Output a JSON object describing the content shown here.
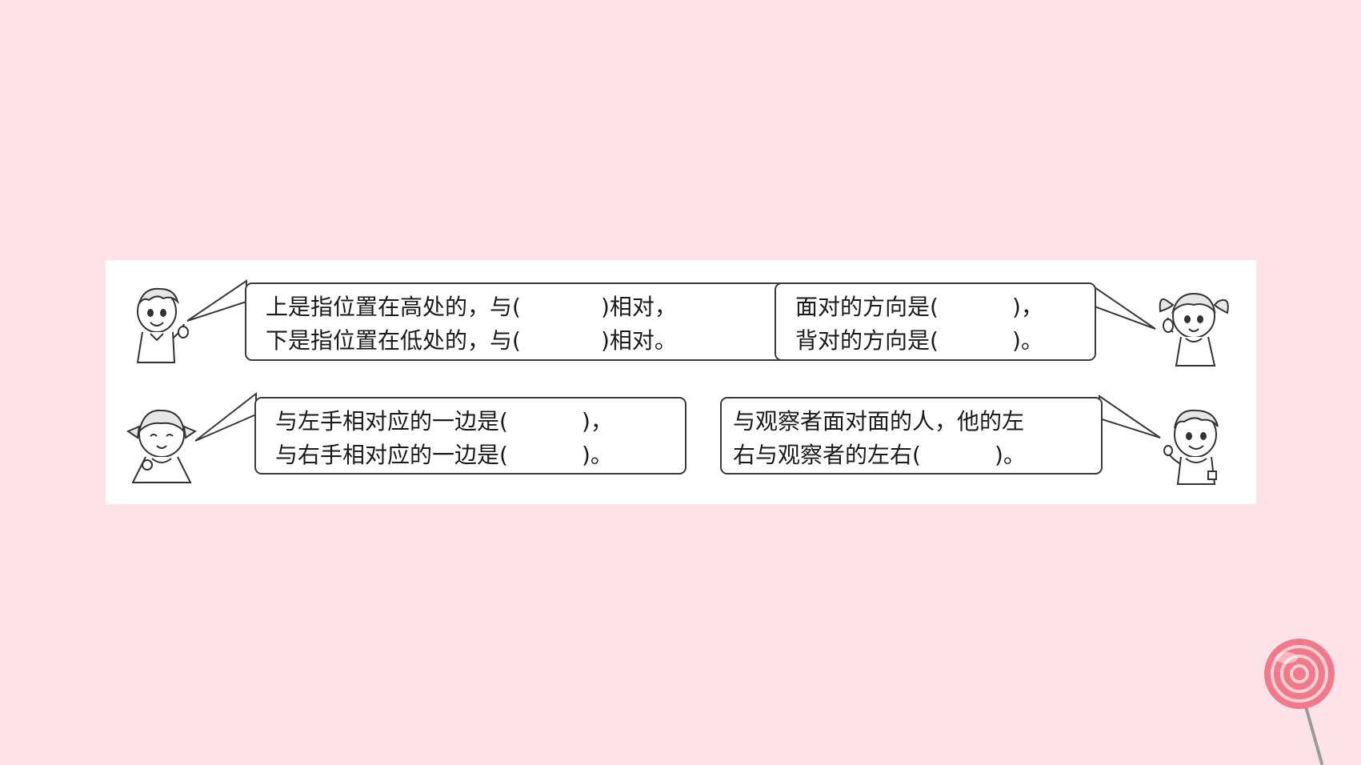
{
  "bubbles": [
    {
      "id": "up-down",
      "line1a": "上是指位置在高处的，与(",
      "line1b": ")相对，",
      "line2a": "下是指位置在低处的，与(",
      "line2b": ")相对。"
    },
    {
      "id": "front-back",
      "line1a": "面对的方向是(",
      "line1b": ")，",
      "line2a": "背对的方向是(",
      "line2b": ")。"
    },
    {
      "id": "left-right",
      "line1a": "与左手相对应的一边是(",
      "line1b": ")，",
      "line2a": "与右手相对应的一边是(",
      "line2b": ")。"
    },
    {
      "id": "facing-observer",
      "line1": "与观察者面对面的人，他的左",
      "line2a": "右与观察者的左右(",
      "line2b": ")。"
    }
  ],
  "colors": {
    "background": "#fde3e8",
    "panel": "#ffffff",
    "outline": "#3a3a3a",
    "lollipop": "#f07a8a"
  },
  "icons": [
    "boy-pointing-icon",
    "girl-pigtails-icon",
    "girl-bows-icon",
    "boy-smiling-icon",
    "lollipop-icon"
  ]
}
